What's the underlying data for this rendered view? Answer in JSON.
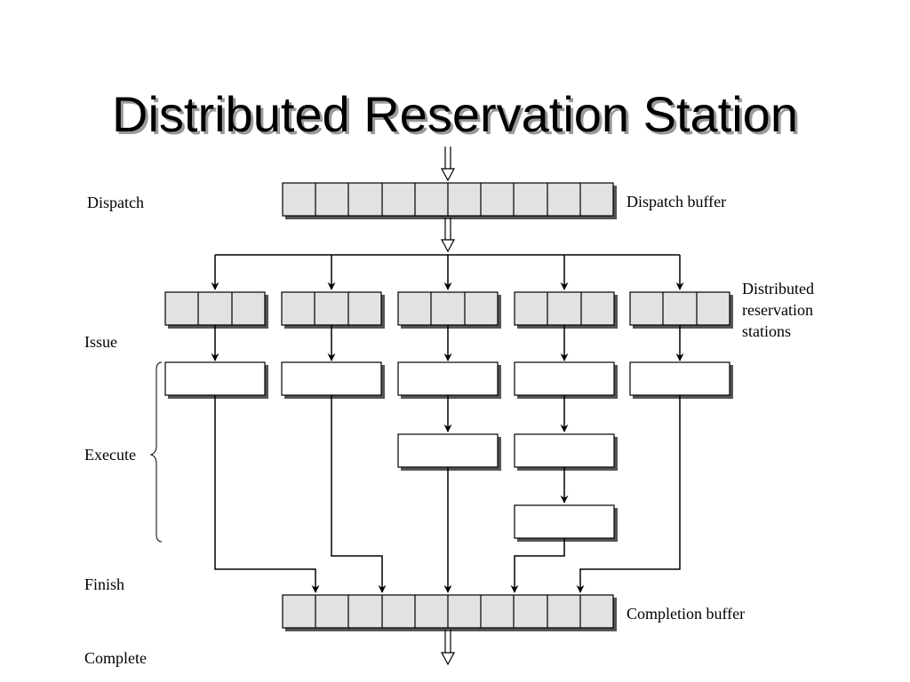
{
  "title": "Distributed Reservation Station",
  "stages": {
    "dispatch": "Dispatch",
    "issue": "Issue",
    "execute": "Execute",
    "finish": "Finish",
    "complete": "Complete"
  },
  "labels": {
    "dispatch_buffer": "Dispatch buffer",
    "reservation_stations": [
      "Distributed",
      "reservation",
      "stations"
    ],
    "completion_buffer": "Completion buffer"
  }
}
